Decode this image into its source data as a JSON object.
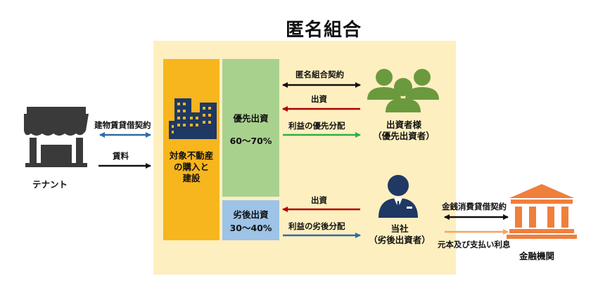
{
  "title": "匿名組合",
  "tenant": {
    "label": "テナント"
  },
  "tenant_links": {
    "lease_contract": "建物賃貸借契約",
    "rent": "賃料"
  },
  "property_box": {
    "line1": "対象不動産",
    "line2": "の購入と",
    "line3": "建設"
  },
  "priority_box": {
    "name": "優先出資",
    "ratio": "60～70%"
  },
  "subordinate_box": {
    "name": "劣後出資",
    "ratio": "30～40%"
  },
  "investor_links": {
    "tk_contract": "匿名組合契約",
    "investment": "出資",
    "priority_distribution": "利益の優先分配"
  },
  "investor": {
    "line1": "出資者様",
    "line2": "（優先出資者）"
  },
  "company_links": {
    "investment": "出資",
    "subordinate_distribution": "利益の劣後分配"
  },
  "company": {
    "line1": "当社",
    "line2": "（劣後出資者）"
  },
  "bank_links": {
    "loan_contract": "金銭消費貸借契約",
    "repayment": "元本及び支払い利息"
  },
  "bank": {
    "label": "金融機関"
  },
  "colors": {
    "panel": "#fdefc0",
    "property": "#f7b51e",
    "priority": "#a9d18e",
    "subordinate": "#9dc3e6",
    "investor_icon": "#6b9a3e",
    "company_icon": "#1f3864",
    "bank_icon": "#f07f3c",
    "tenant_icon": "#3a3a3a",
    "arrow_black": "#111111",
    "arrow_blue": "#2e6da4",
    "arrow_red": "#b00000",
    "arrow_green": "#2eae4a",
    "arrow_orange": "#f4a460"
  }
}
